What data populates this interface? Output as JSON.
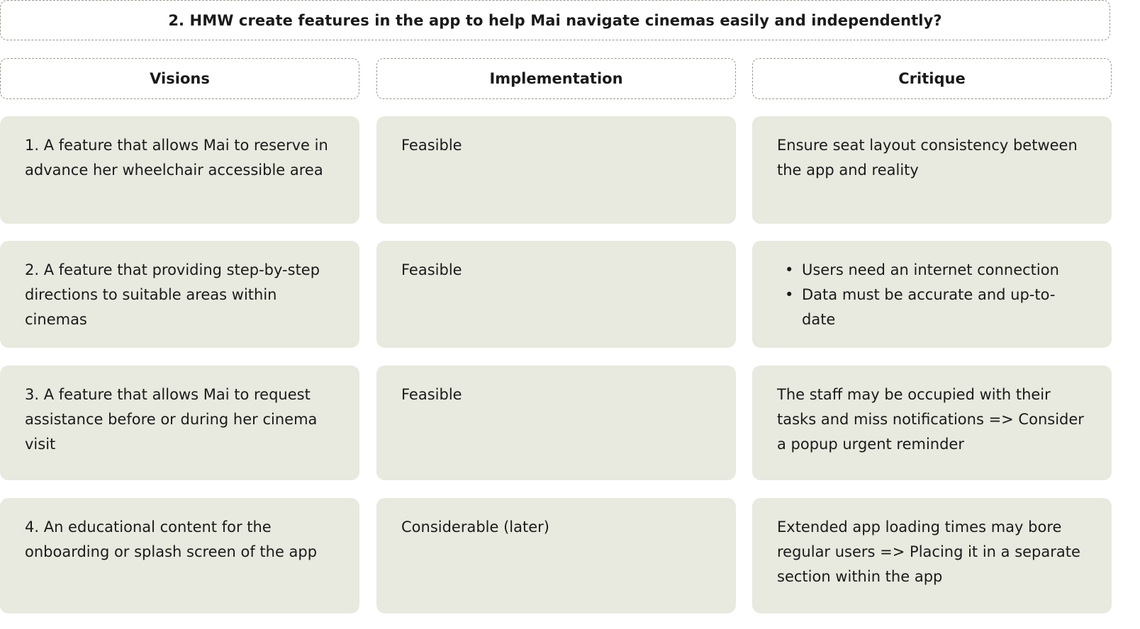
{
  "title": "2. HMW create features in the app to help Mai navigate cinemas easily and independently?",
  "headers": [
    "Visions",
    "Implementation",
    "Critique"
  ],
  "rows": [
    {
      "vision": "1. A feature that allows Mai to reserve in advance her wheelchair accessible area",
      "implementation": "Feasible",
      "critique": "Ensure seat layout consistency between the app and reality"
    },
    {
      "vision": "2. A feature that providing step-by-step directions to suitable areas within cinemas",
      "implementation": "Feasible",
      "critique_bullets": [
        "Users need an internet connection",
        "Data must be accurate and up-to-date"
      ]
    },
    {
      "vision": "3. A feature that allows Mai to request assistance before or during her cinema visit",
      "implementation": "Feasible",
      "critique": "The staff may be occupied with their tasks and miss notifications => Consider a popup urgent reminder"
    },
    {
      "vision": "4. An educational content for the onboarding or splash screen of the app",
      "implementation": "Considerable (later)",
      "critique": "Extended app loading times may bore regular users => Placing it in a separate section within the app"
    }
  ],
  "colors": {
    "card_bg": "#e8e9df",
    "border": "#9a9a8e",
    "text": "#1a1a1a"
  }
}
